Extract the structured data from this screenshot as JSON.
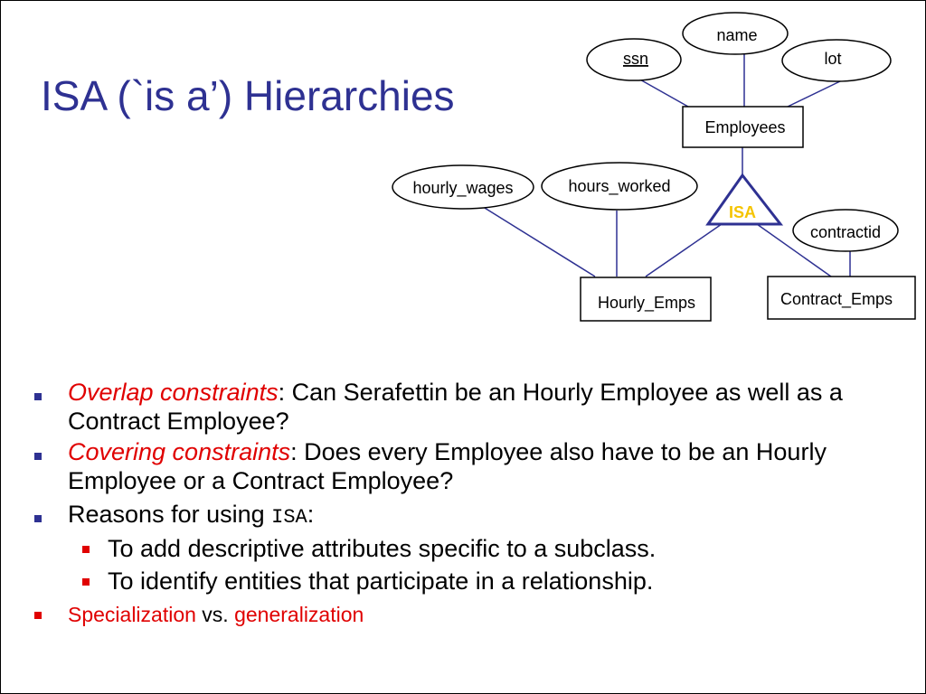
{
  "title": "ISA (`is a’) Hierarchies",
  "diagram": {
    "attributes": {
      "name": "name",
      "ssn": "ssn",
      "lot": "lot",
      "hourly_wages": "hourly_wages",
      "hours_worked": "hours_worked",
      "contractid": "contractid"
    },
    "entities": {
      "employees": "Employees",
      "hourly_emps": "Hourly_Emps",
      "contract_emps": "Contract_Emps"
    },
    "isa_label": "ISA",
    "colors": {
      "lines": "#2e3192",
      "isa_text": "#f5c400"
    }
  },
  "bullets": {
    "b1_em": "Overlap constraints",
    "b1_line1": ":  Can Serafettin be an Hourly Employee as well as a",
    "b1_line2": "Contract Employee?",
    "b2_em": "Covering constraints",
    "b2_line1": ":  Does every Employee also have to be an Hourly",
    "b2_line2": "Employee or a Contract Employee?",
    "b3_text": "Reasons for using ",
    "b3_code": "ISA",
    "b3_colon": ":",
    "sub1": "To add descriptive attributes specific to a subclass.",
    "sub2": "To identify entities that participate in a relationship.",
    "b4_spec": "Specialization",
    "b4_vs": " vs. ",
    "b4_gen": "generalization"
  },
  "colors": {
    "title": "#2e3192",
    "emphasis": "#e00000",
    "bullet_blue": "#2e3192",
    "bullet_red": "#e00000"
  }
}
